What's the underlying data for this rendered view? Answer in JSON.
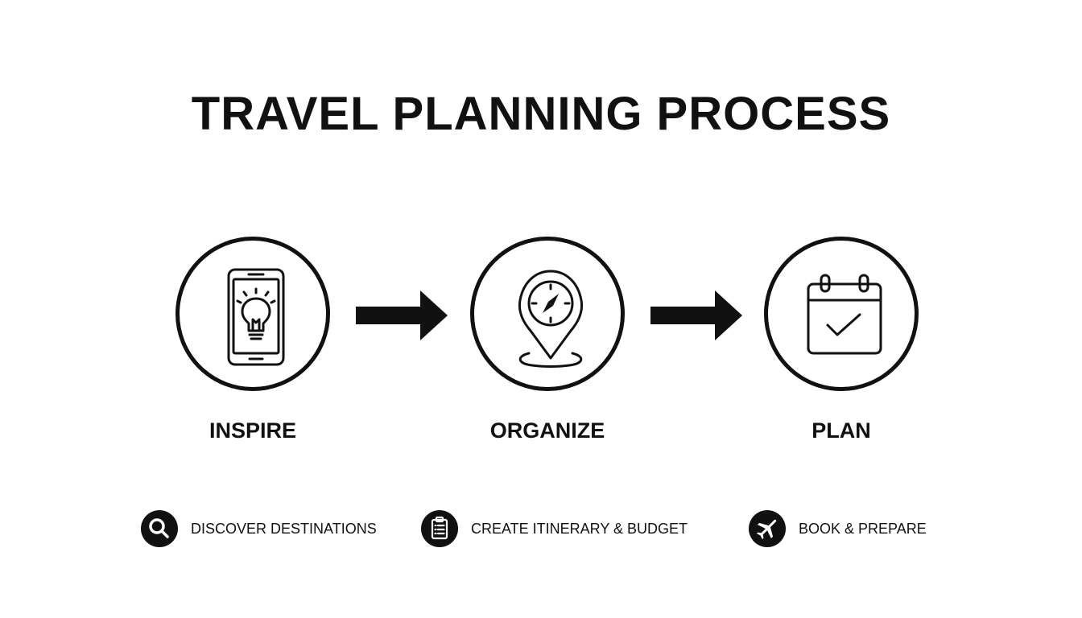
{
  "title": "TRAVEL PLANNING PROCESS",
  "steps": [
    {
      "label": "INSPIRE",
      "icon": "phone-lightbulb-icon"
    },
    {
      "label": "ORGANIZE",
      "icon": "location-pin-compass-icon"
    },
    {
      "label": "PLAN",
      "icon": "calendar-check-icon"
    }
  ],
  "details": [
    {
      "text": "DISCOVER DESTINATIONS",
      "icon": "search-icon"
    },
    {
      "text": "CREATE ITINERARY & BUDGET",
      "icon": "clipboard-icon"
    },
    {
      "text": "BOOK & PREPARE",
      "icon": "airplane-icon"
    }
  ],
  "colors": {
    "ink": "#111111",
    "background": "#ffffff"
  }
}
